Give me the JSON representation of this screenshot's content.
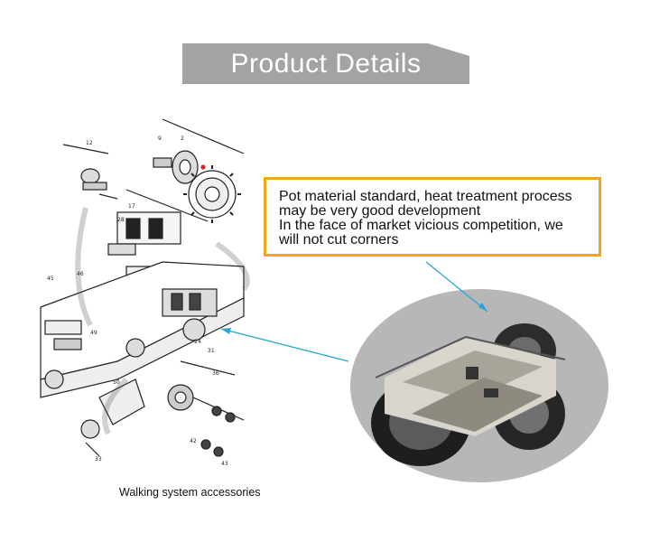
{
  "header": {
    "title": "Product Details"
  },
  "callout": {
    "lines": [
      "Pot material standard, heat treatment process",
      "may be very good development",
      "In the face of market vicious competition, we",
      "will not cut corners"
    ]
  },
  "diagram": {
    "caption": "Walking system accessories"
  },
  "colors": {
    "banner": "#a3a3a3",
    "callout_border": "#f3a31b",
    "pointer": "#2aa6d4"
  }
}
